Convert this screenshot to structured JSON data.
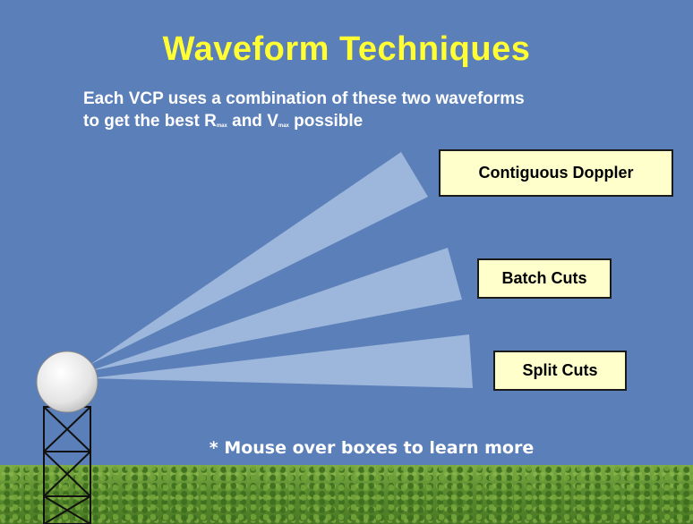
{
  "slide": {
    "title": "Waveform Techniques",
    "subtitle": {
      "line1": "Each VCP uses a combination of these two waveforms",
      "line2_prefix": "to get the best R",
      "r_sub": "max",
      "line2_mid": " and V",
      "v_sub": "max",
      "line2_suffix": " possible"
    },
    "buttons": {
      "contiguous_doppler": "Contiguous Doppler",
      "batch_cuts": "Batch Cuts",
      "split_cuts": "Split Cuts"
    },
    "hint": "* Mouse over boxes to learn more"
  },
  "icons": [
    "radar-dome-icon",
    "radar-tower-icon"
  ],
  "colors": {
    "background": "#5b7fb8",
    "title": "#ffff33",
    "box_fill": "#ffffcc",
    "beam": "#a9c0e0",
    "grass": "#5a8b2e"
  }
}
